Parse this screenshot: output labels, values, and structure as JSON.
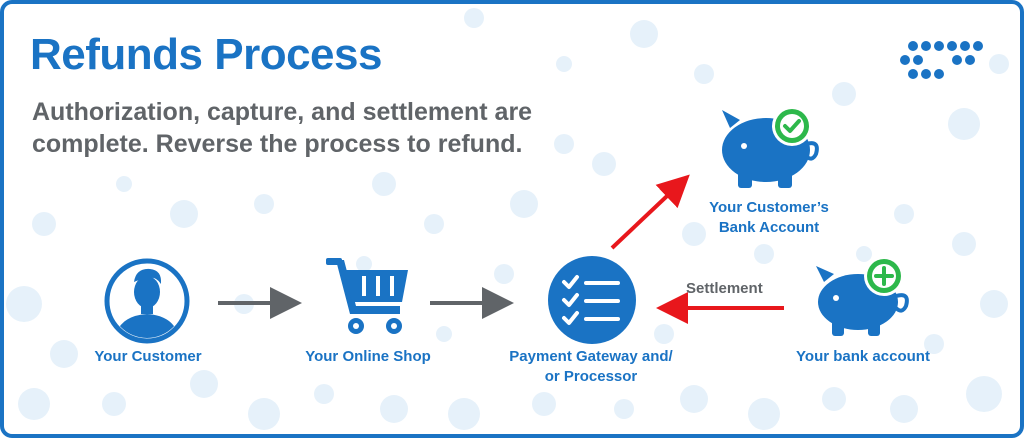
{
  "diagram": {
    "title": "Refunds Process",
    "subtitle_line1": "Authorization, capture, and settlement are",
    "subtitle_line2": "complete. Reverse the process to refund.",
    "nodes": {
      "customer": "Your Customer",
      "shop": "Your Online Shop",
      "gateway_line1": "Payment Gateway and/",
      "gateway_line2": "or Processor",
      "customer_bank_line1": "Your Customer’s",
      "customer_bank_line2": "Bank Account",
      "merchant_bank": "Your bank account"
    },
    "edge_labels": {
      "settlement": "Settlement"
    },
    "icons": {
      "customer": "person-circle-icon",
      "shop": "shopping-cart-icon",
      "gateway": "checklist-circle-icon",
      "customer_bank": "piggy-bank-check-icon",
      "merchant_bank": "piggy-bank-plus-icon"
    },
    "colors": {
      "brand_blue": "#1a73c4",
      "gray_arrow": "#606468",
      "red_arrow": "#e8171c",
      "badge_green": "#2db84b"
    }
  }
}
